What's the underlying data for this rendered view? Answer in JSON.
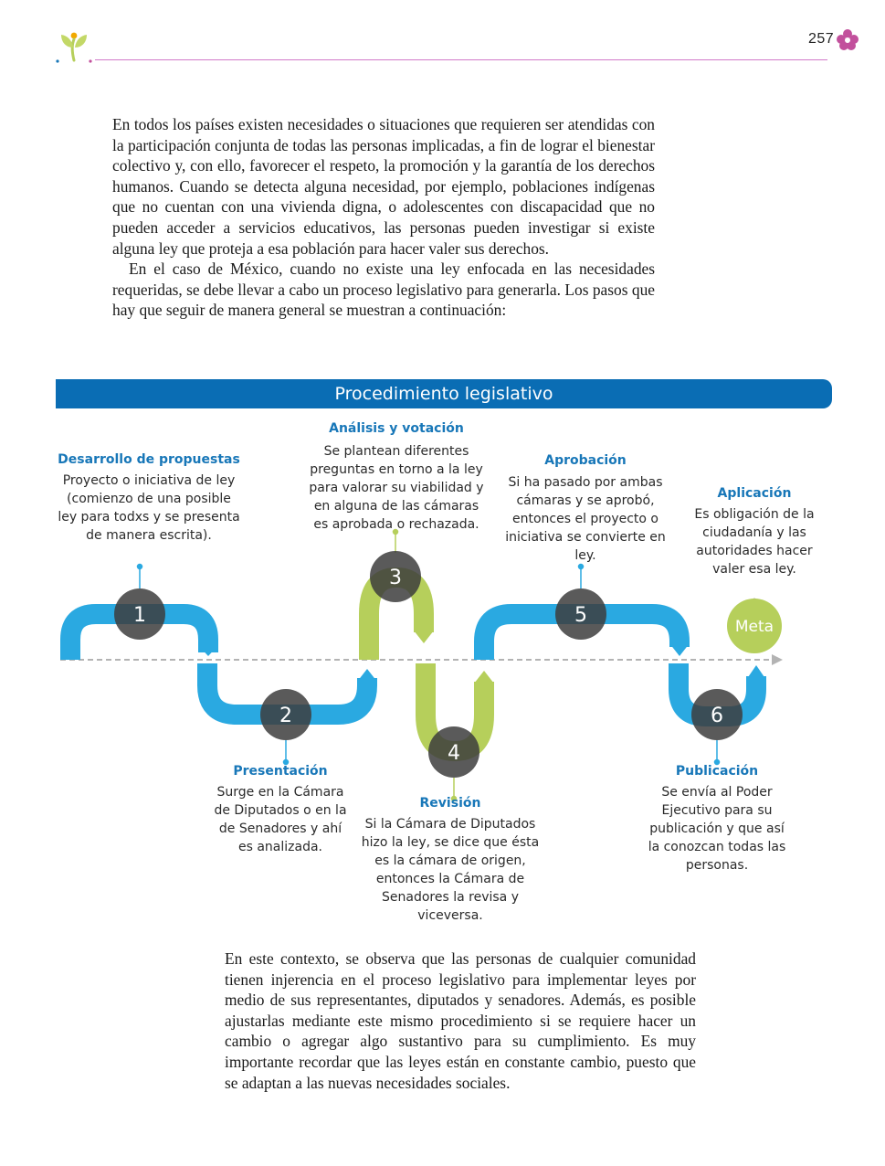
{
  "header": {
    "page_number": "257"
  },
  "intro": {
    "paragraph1": "En todos los países existen necesidades o situaciones que requieren ser atendidas con la participación conjunta de todas las personas implicadas, a fin de lograr el bienestar colectivo y, con ello, favorecer el respeto, la promoción y la garantía de los derechos humanos. Cuando se detecta alguna necesidad, por ejemplo, poblaciones indígenas que no cuentan con una vivienda digna, o adolescentes con discapacidad que no pueden acceder a servicios educativos, las personas pueden investigar si existe alguna ley que proteja a esa población para hacer valer sus derechos.",
    "paragraph2": "En el caso de México, cuando no existe una ley enfocada en las necesidades requeridas, se debe llevar a cabo un proceso legislativo para generarla. Los pasos que hay que seguir de manera general se muestran a continuación:"
  },
  "diagram": {
    "title": "Procedimiento legislativo",
    "steps": [
      {
        "number": "1",
        "title": "Desarrollo de propuestas",
        "description": "Proyecto o iniciativa de ley (comienzo de una posible ley para todxs y se presenta de manera escrita)."
      },
      {
        "number": "2",
        "title": "Presentación",
        "description": "Surge en la Cámara de Diputados o en la de Senadores y ahí es analizada."
      },
      {
        "number": "3",
        "title": "Análisis y votación",
        "description": "Se plantean diferentes preguntas en torno a la ley para valorar su viabilidad y en alguna de las cámaras es aprobada o rechazada."
      },
      {
        "number": "4",
        "title": "Revisión",
        "description": "Si la Cámara de Diputados hizo la ley, se dice que ésta es la cámara de origen, entonces la Cámara de Senadores la revisa y viceversa."
      },
      {
        "number": "5",
        "title": "Aprobación",
        "description": "Si ha pasado por ambas cámaras y se aprobó, entonces el proyecto o iniciativa se convierte en ley."
      },
      {
        "number": "6",
        "title": "Publicación",
        "description": "Se envía al Poder Ejecutivo para su publicación y que así la conozcan todas las personas."
      }
    ],
    "goal": {
      "label": "Meta",
      "title": "Aplicación",
      "description": "Es obligación de la ciudadanía y las autoridades hacer valer esa ley."
    },
    "colors": {
      "banner": "#0a6db4",
      "blue_path": "#2aa9e1",
      "green_path": "#b6cf5b",
      "node": "#3d3d3d",
      "title_text": "#1877b8"
    }
  },
  "closing": {
    "paragraph": "En este contexto, se observa que las personas de cualquier comunidad tienen injerencia en el proceso legislativo para implementar leyes por medio de sus representantes, diputados y senadores. Además, es posible ajustarlas mediante este mismo procedimiento si se requiere hacer un cambio o agregar algo sustantivo para su cumplimiento. Es muy importante recordar que las leyes están en constante cambio, puesto que se adaptan a las nuevas necesidades sociales."
  }
}
